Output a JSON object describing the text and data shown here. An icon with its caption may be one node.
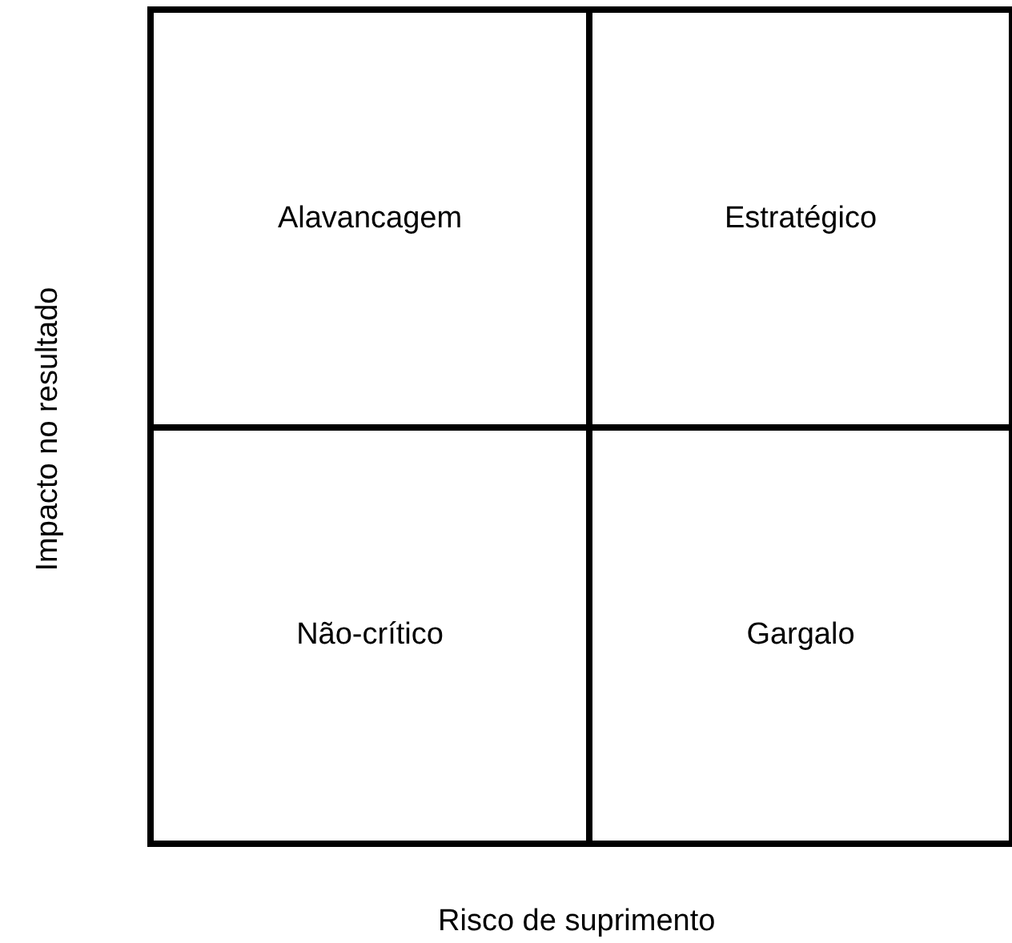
{
  "diagram": {
    "nodes": [
      {
        "text": [
          "Alavancagem"
        ]
      },
      {
        "text": [
          "Estratégico"
        ]
      },
      {
        "text": [
          "Não-crítico"
        ]
      },
      {
        "text": [
          "Gargalo"
        ]
      }
    ],
    "labels": [
      "Impacto no resultado",
      "Risco de suprimento"
    ]
  }
}
